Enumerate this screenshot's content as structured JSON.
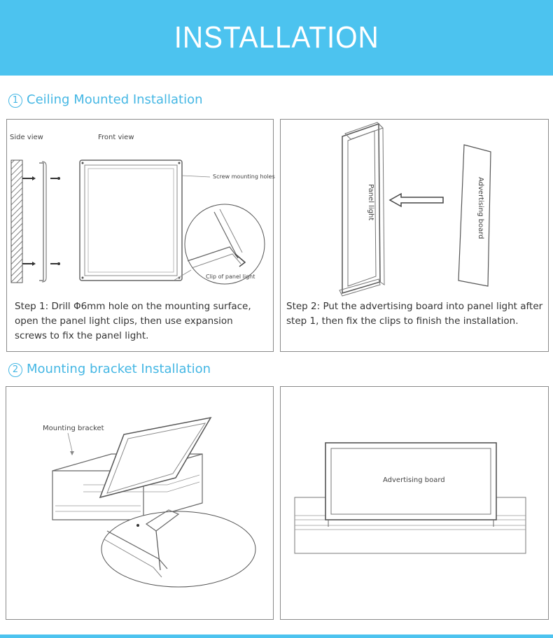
{
  "header": {
    "title": "INSTALLATION"
  },
  "section1": {
    "number": "①",
    "title": "Ceiling Mounted Installation",
    "panel_left": {
      "side_view_label": "Side view",
      "front_view_label": "Front view",
      "screw_label": "Screw mounting holes",
      "clip_label": "Clip of panel light",
      "step_text": "Step 1: Drill Φ6mm hole on the mounting surface, open the panel light clips, then use expansion screws to fix the panel light."
    },
    "panel_right": {
      "panel_light_label": "Panel light",
      "advertising_board_label": "Advertising board",
      "step_text": "Step 2: Put the advertising board into panel light after step 1, then fix the clips to finish the installation."
    }
  },
  "section2": {
    "number": "②",
    "title": "Mounting bracket Installation",
    "panel_left": {
      "bracket_label": "Mounting bracket"
    },
    "panel_right": {
      "advertising_board_label": "Advertising board"
    }
  },
  "colors": {
    "accent": "#4cc3ef",
    "title_blue": "#45b7e4",
    "line": "#8a8a8a"
  }
}
